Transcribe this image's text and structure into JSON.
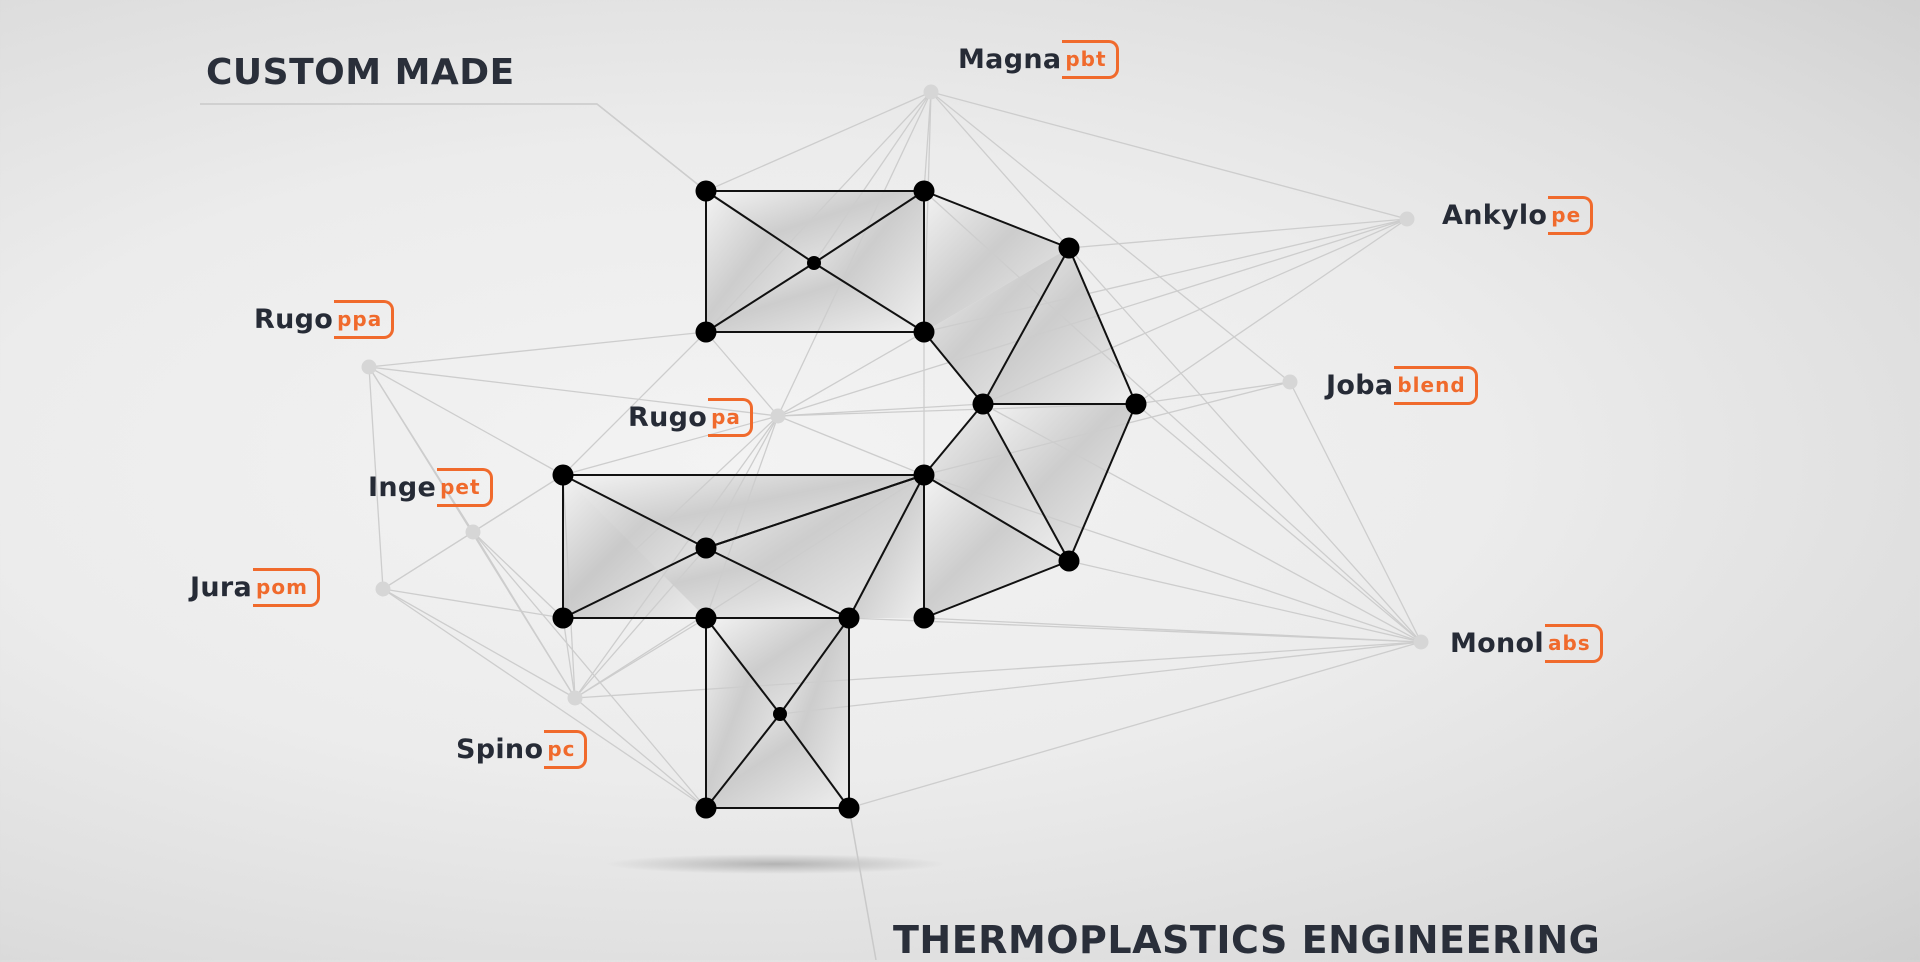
{
  "headings": {
    "top": "CUSTOM MADE",
    "bottom": "THERMOPLASTICS ENGINEERING"
  },
  "brands": {
    "magna": {
      "base": "Magna",
      "suffix": "PBT"
    },
    "ankylo": {
      "base": "Ankylo",
      "suffix": "pe"
    },
    "rugoppa": {
      "base": "Rugo",
      "suffix": "ppa"
    },
    "jobablend": {
      "base": "Joba",
      "suffix": "blend"
    },
    "rugopa": {
      "base": "Rugo",
      "suffix": "pa"
    },
    "ingepet": {
      "base": "Inge",
      "suffix": "PET"
    },
    "jurapom": {
      "base": "Jura",
      "suffix": "POM"
    },
    "monolabs": {
      "base": "Monol",
      "suffix": "abs"
    },
    "spinopc": {
      "base": "Spino",
      "suffix": "PC"
    }
  },
  "colors": {
    "accent": "#f06a2c",
    "text": "#262b36",
    "node": "#000000",
    "connector": "#c9c9c9"
  }
}
